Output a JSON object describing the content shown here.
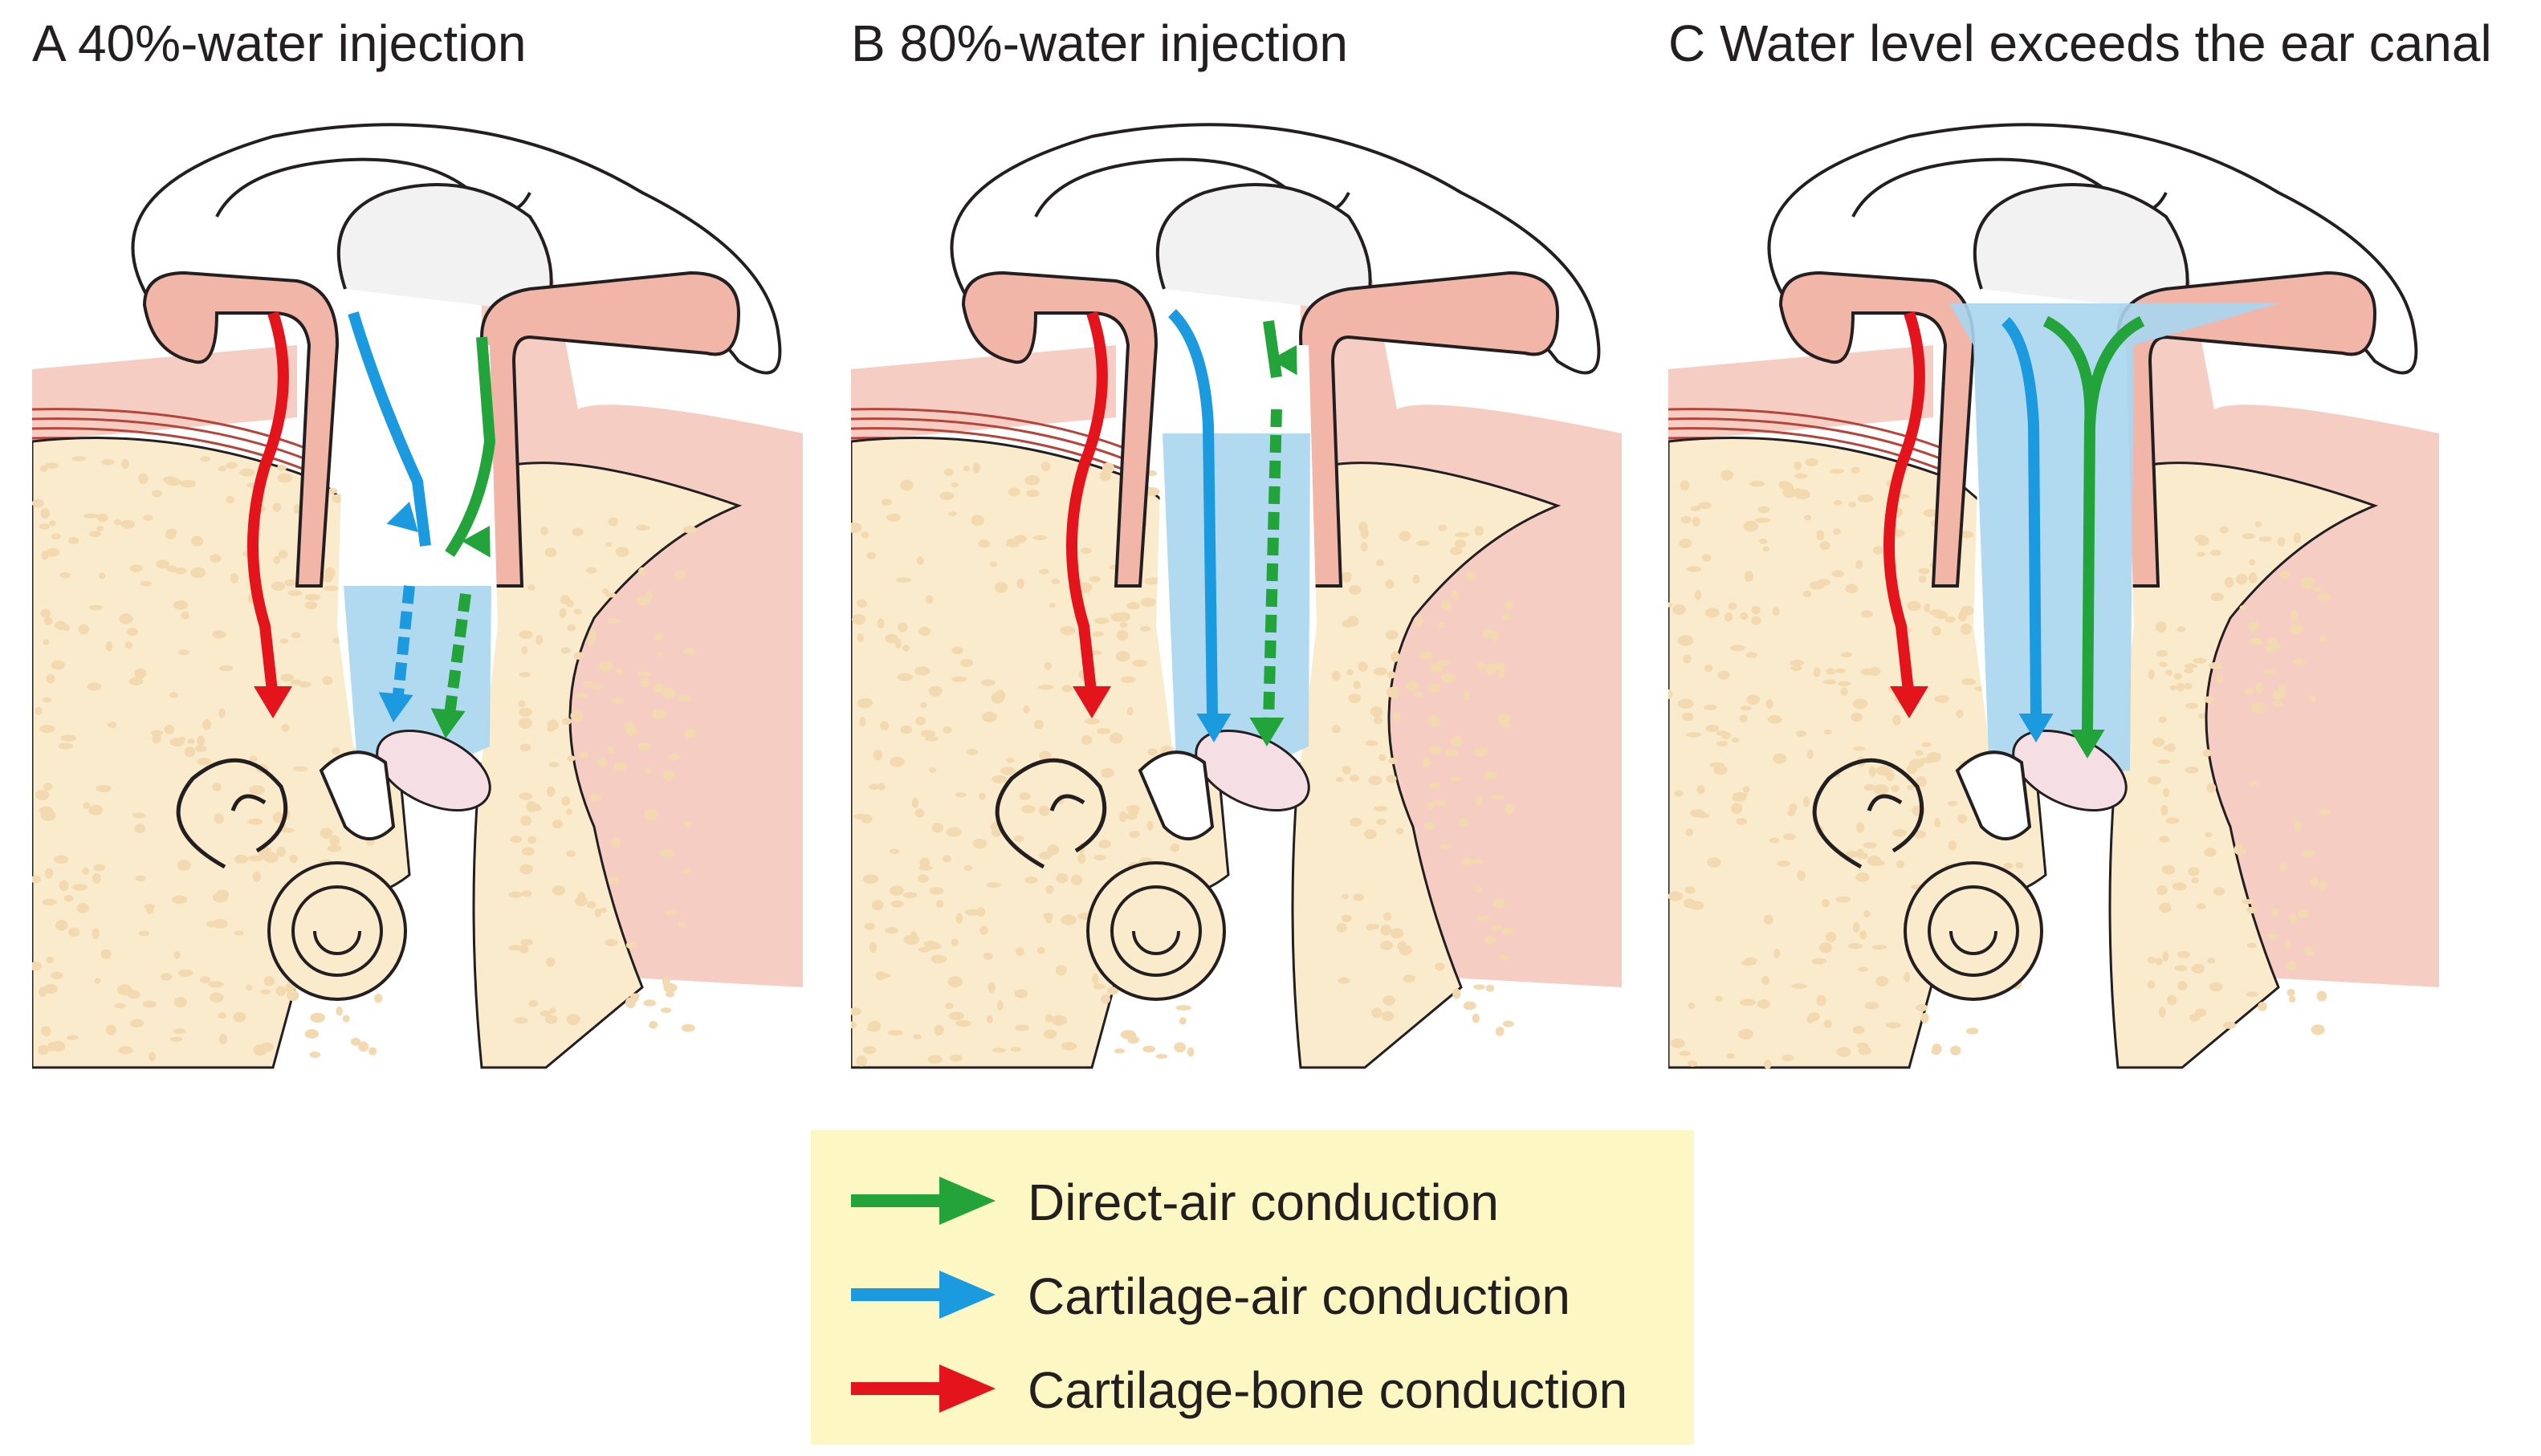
{
  "panels": [
    {
      "id": "A",
      "title": "A 40%-water injection",
      "water_level": "40%"
    },
    {
      "id": "B",
      "title": "B 80%-water injection",
      "water_level": "80%"
    },
    {
      "id": "C",
      "title": "C Water level exceeds the ear canal",
      "water_level": "exceeds"
    }
  ],
  "legend": {
    "items": [
      {
        "label": "Direct-air conduction",
        "color": "#22a43a"
      },
      {
        "label": "Cartilage-air conduction",
        "color": "#1c9ae0"
      },
      {
        "label": "Cartilage-bone conduction",
        "color": "#e3141b"
      }
    ]
  },
  "colors": {
    "skin": "#f6cdc2",
    "cartilage": "#f1b6a8",
    "bone": "#faebcd",
    "bone_spots": "#f3d9b0",
    "water": "#a9d6ef",
    "eardrum": "#f6dfe4",
    "outline": "#231f20"
  }
}
